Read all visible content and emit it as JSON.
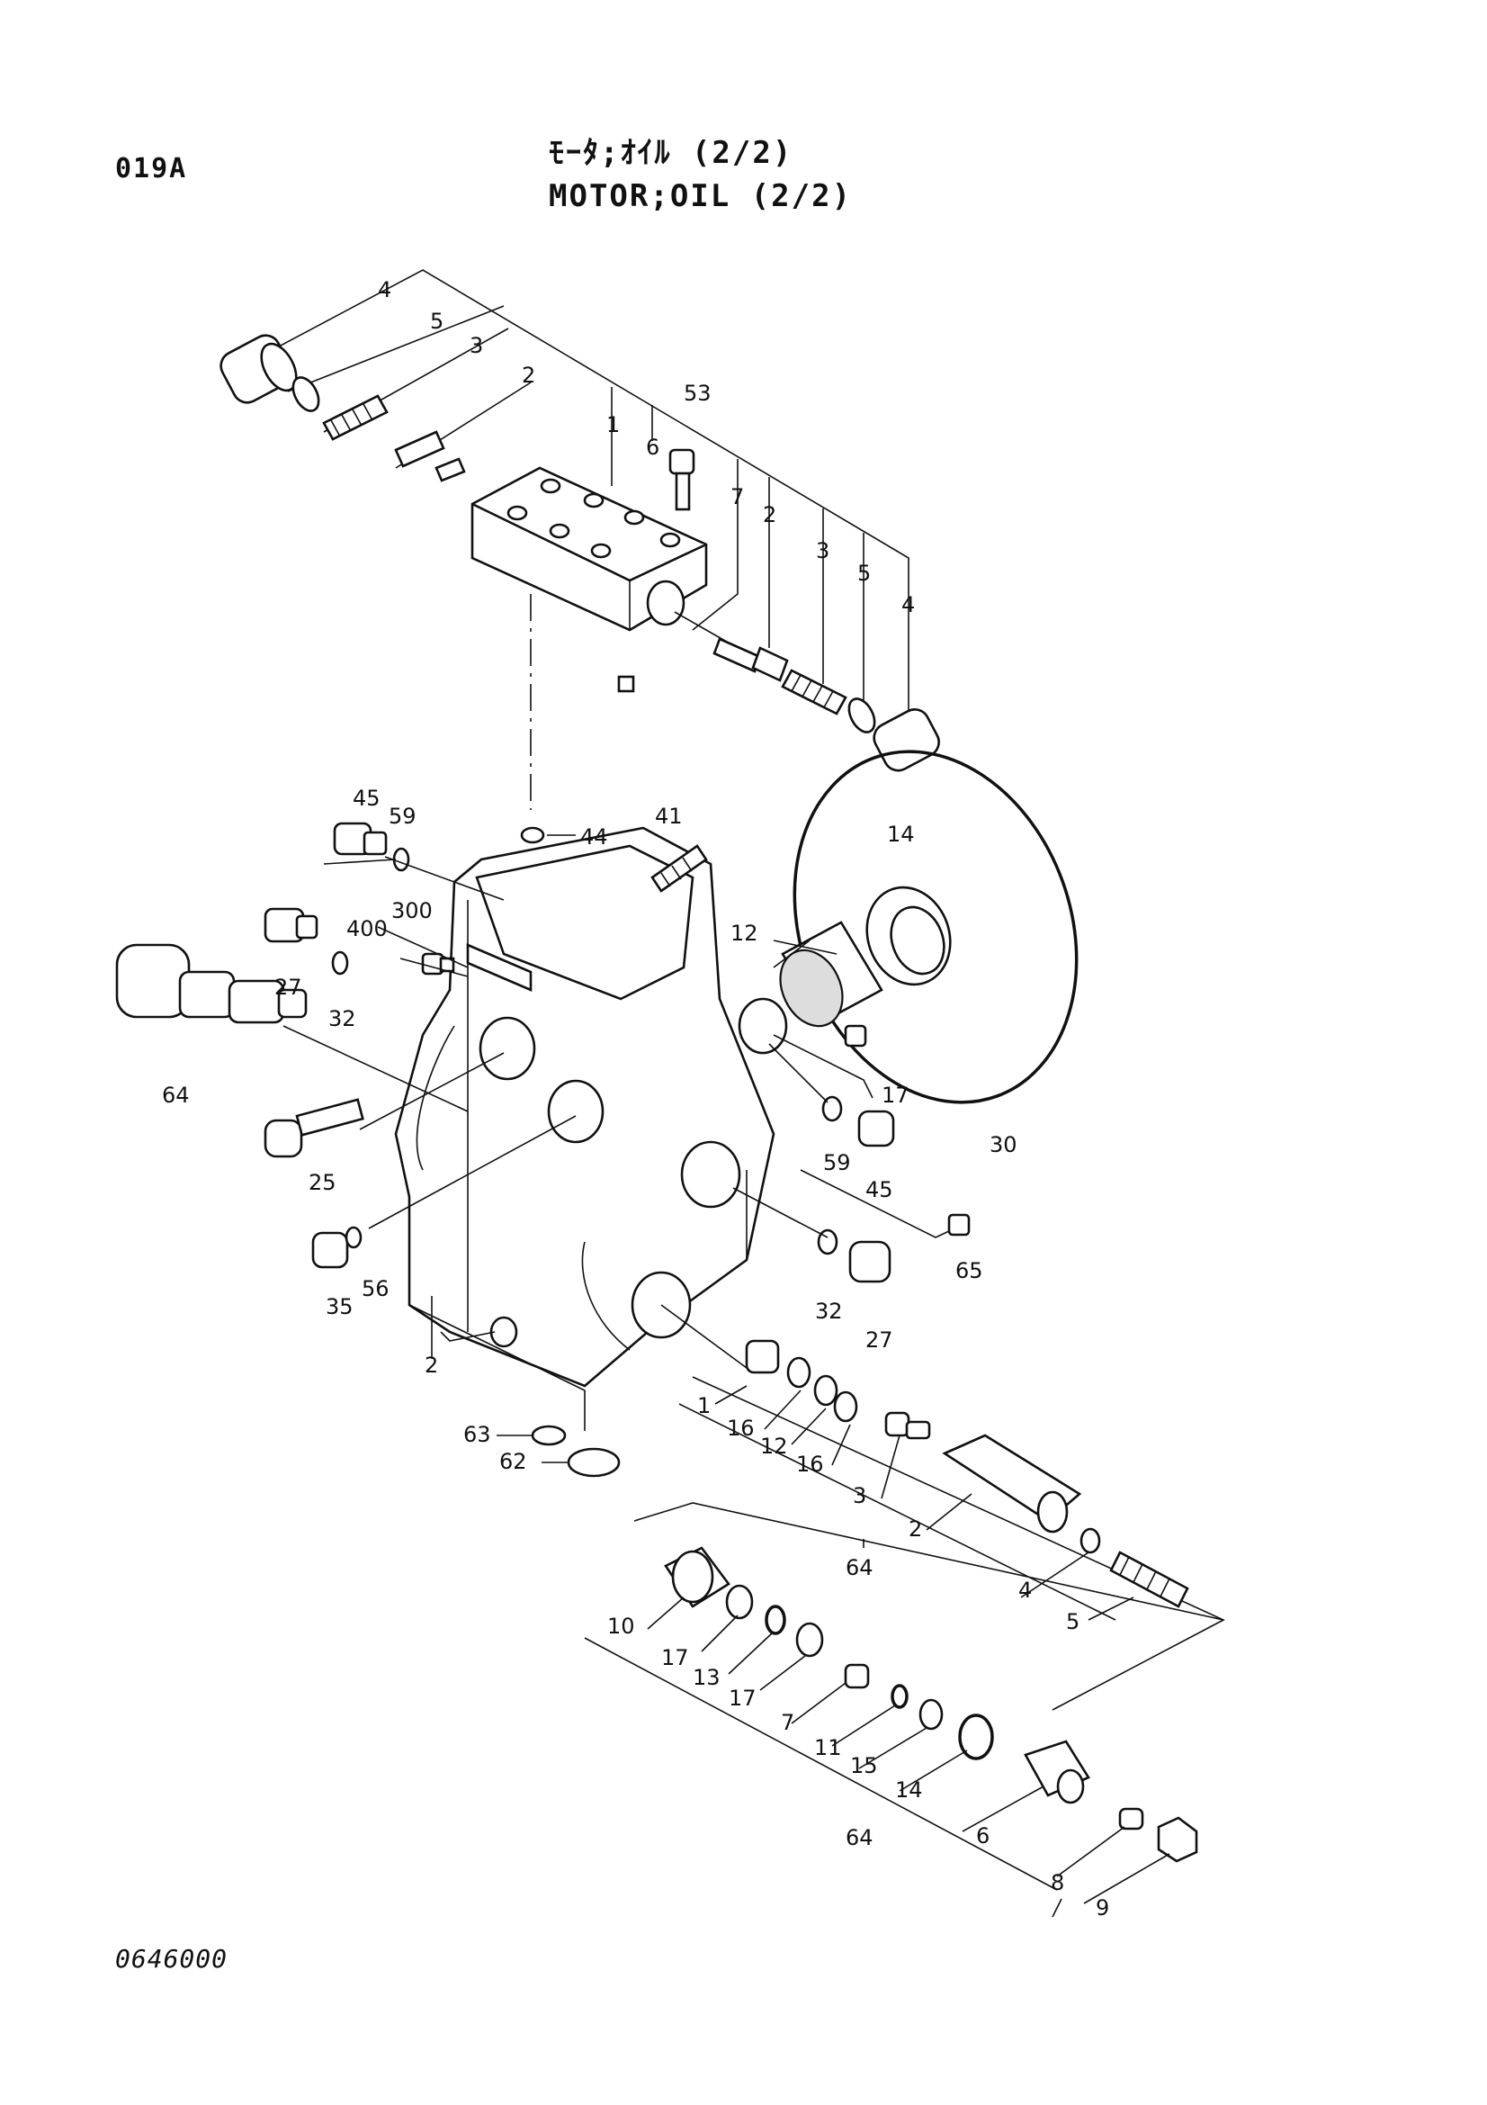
{
  "header": {
    "page_code": "019A",
    "title_jp": "ﾓｰﾀ;ｵｲﾙ (2/2)",
    "title_en": "MOTOR;OIL (2/2)"
  },
  "footer": {
    "drawing_number": "0646000"
  },
  "callouts": {
    "top_4": "4",
    "top_5": "5",
    "top_3": "3",
    "top_2": "2",
    "top_53": "53",
    "top_1": "1",
    "top_6": "6",
    "top_7": "7",
    "top_2b": "2",
    "top_3b": "3",
    "top_5b": "5",
    "top_4b": "4",
    "c45a": "45",
    "c59a": "59",
    "c44": "44",
    "c41": "41",
    "c14": "14",
    "c12": "12",
    "c300": "300",
    "c400": "400",
    "c27a": "27",
    "c32a": "32",
    "c64a": "64",
    "c25": "25",
    "c17": "17",
    "c59b": "59",
    "c45b": "45",
    "c30": "30",
    "c65": "65",
    "c32b": "32",
    "c27b": "27",
    "c35": "35",
    "c56": "56",
    "c2": "2",
    "c63": "63",
    "c62": "62",
    "v1": "1",
    "v16a": "16",
    "v12": "12",
    "v16b": "16",
    "v3": "3",
    "v2": "2",
    "v64": "64",
    "v4": "4",
    "v5": "5",
    "w10": "10",
    "w17a": "17",
    "w13": "13",
    "w17b": "17",
    "w7": "7",
    "w11": "11",
    "w15": "15",
    "w14": "14",
    "w64": "64",
    "w6": "6",
    "w8": "8",
    "w9": "9"
  }
}
